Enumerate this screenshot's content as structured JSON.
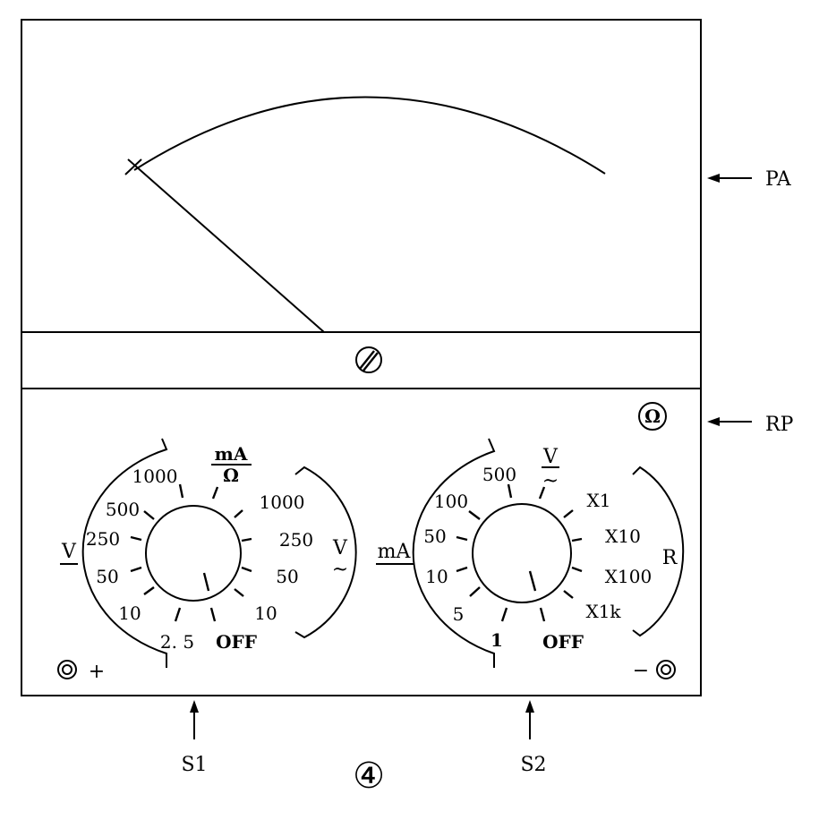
{
  "labels": {
    "pa": "PA",
    "rp": "RP",
    "s1": "S1",
    "s2": "S2",
    "figure_number": "④",
    "ohm_symbol": "Ω",
    "plus": "+",
    "minus": "−"
  },
  "dial1": {
    "top": "mA",
    "top_sub": "Ω",
    "left_group": "V",
    "right_group": "V",
    "right_group_sub": "~",
    "positions": [
      "1000",
      "500",
      "250",
      "50",
      "10",
      "2. 5",
      "OFF",
      "10",
      "50",
      "250",
      "1000"
    ]
  },
  "dial2": {
    "top": "V",
    "top_sub": "~",
    "left_group": "mA",
    "right_group": "R",
    "positions": [
      "500",
      "100",
      "50",
      "10",
      "5",
      "1",
      "OFF",
      "X1k",
      "X100",
      "X10",
      "X1"
    ]
  }
}
